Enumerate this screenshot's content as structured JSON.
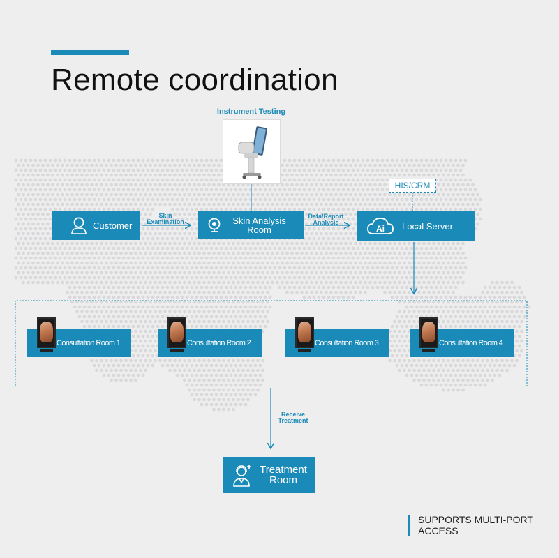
{
  "title": "Remote coordination",
  "instrument": {
    "label": "Instrument Testing"
  },
  "his_crm": "HIS/CRM",
  "nodes": {
    "customer": "Customer",
    "skin_analysis": "Skin Analysis Room",
    "local_server": "Local Server",
    "treatment": "Treatment Room"
  },
  "server_icon_text": "Ai",
  "edges": {
    "skin_examination": "Skin Examination",
    "data_report": "Data/Report Analysis",
    "receive_treatment": "Receive Treatment"
  },
  "consultation_rooms": [
    "Consultation Room 1",
    "Consultation Room 2",
    "Consultation Room 3",
    "Consultation Room 4"
  ],
  "footer": "SUPPORTS MULTI-PORT ACCESS",
  "icons": {
    "customer": "person-icon",
    "skin_analysis": "camera-icon",
    "local_server": "ai-cloud-icon",
    "treatment": "medical-staff-icon",
    "consultation": "monitor-face-icon",
    "instrument": "skin-analyzer-machine-icon"
  },
  "colors": {
    "accent": "#1a8ab8",
    "background": "#eeeeef",
    "map_dots": "#d8d8da"
  }
}
